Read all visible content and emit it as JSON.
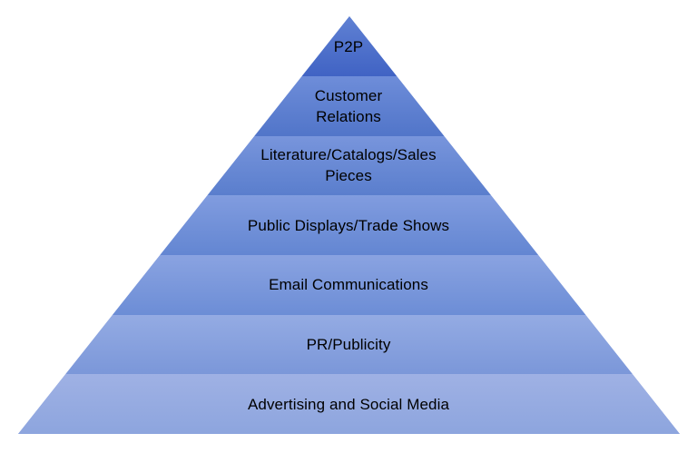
{
  "pyramid": {
    "background_color": "#ffffff",
    "text_color": "#000000",
    "tiers": [
      {
        "label": "P2P",
        "lines": [
          "P2P"
        ],
        "color_top": "#6081d3",
        "color_bottom": "#4063c4"
      },
      {
        "label": "Customer Relations",
        "lines": [
          "Customer",
          "Relations"
        ],
        "color_top": "#6e8dd9",
        "color_bottom": "#5175c9"
      },
      {
        "label": "Literature/Catalogs/Sales Pieces",
        "lines": [
          "Literature/Catalogs/Sales",
          "Pieces"
        ],
        "color_top": "#7895dc",
        "color_bottom": "#5a7ecd"
      },
      {
        "label": "Public Displays/Trade Shows",
        "lines": [
          "Public Displays/Trade Shows"
        ],
        "color_top": "#819cdf",
        "color_bottom": "#6386d2"
      },
      {
        "label": "Email Communications",
        "lines": [
          "Email Communications"
        ],
        "color_top": "#8aa3e1",
        "color_bottom": "#6c8dd6"
      },
      {
        "label": "PR/Publicity",
        "lines": [
          "PR/Publicity"
        ],
        "color_top": "#94abe3",
        "color_bottom": "#7b97d9"
      },
      {
        "label": "Advertising and Social Media",
        "lines": [
          "Advertising and Social Media"
        ],
        "color_top": "#9fb1e4",
        "color_bottom": "#8da5de"
      }
    ]
  }
}
